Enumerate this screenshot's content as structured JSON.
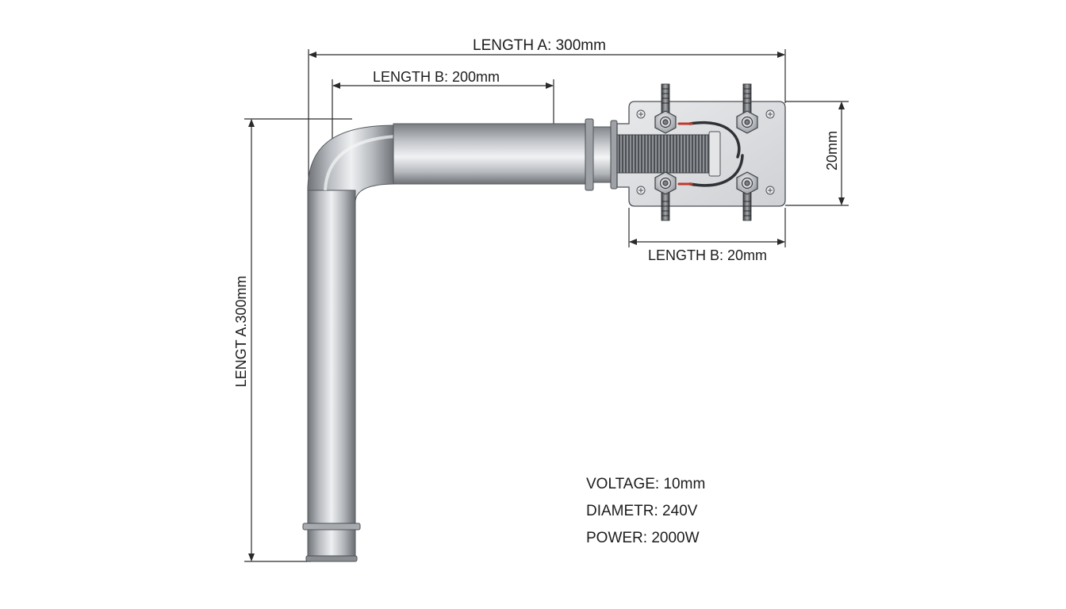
{
  "dimensions": {
    "top_length_a": "LENGTH A: 300mm",
    "top_length_b": "LENGTH B: 200mm",
    "vertical_length": "LENGT A.300mm",
    "box_height": "20mm",
    "box_width": "LENGTH B: 20mm"
  },
  "specs": {
    "voltage": "VOLTAGE: 10mm",
    "diameter": "DIAMETR: 240V",
    "power": "POWER: 2000W"
  },
  "colors": {
    "dimension_line": "#2a2a2a",
    "tube_mid": "#c9cbce",
    "tube_edge": "#6f7378",
    "box_fill": "#dcdde0",
    "wire_red": "#c0392b"
  }
}
